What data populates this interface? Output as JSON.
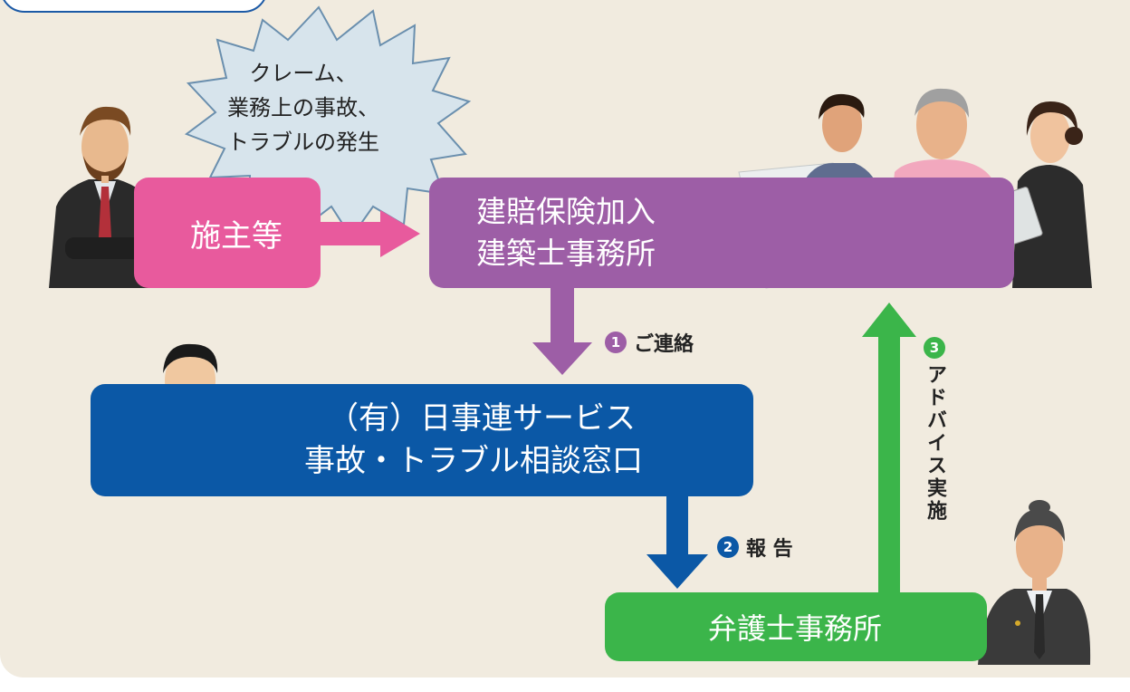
{
  "boxes": {
    "owner": {
      "lines": [
        "施主等"
      ],
      "color": "#e85a9d"
    },
    "architect": {
      "lines": [
        "建賠保険加入",
        "建築士事務所"
      ],
      "color": "#9d5ea6"
    },
    "consult": {
      "lines": [
        "（有）日事連サービス",
        "事故・トラブル相談窓口"
      ],
      "color": "#0b58a6"
    },
    "lawyer": {
      "lines": [
        "弁護士事務所"
      ],
      "color": "#3bb54a"
    }
  },
  "burst": {
    "lines": [
      "クレーム、",
      "業務上の事故、",
      "トラブルの発生"
    ]
  },
  "steps": [
    {
      "number": "1",
      "label": "ご連絡"
    },
    {
      "number": "2",
      "label": "報 告"
    },
    {
      "number": "3",
      "label": "アドバイス実施"
    }
  ],
  "colors": {
    "background": "#f1ebdf",
    "pink": "#e85a9d",
    "purple": "#9d5ea6",
    "blue": "#0b58a6",
    "green": "#3bb54a"
  }
}
